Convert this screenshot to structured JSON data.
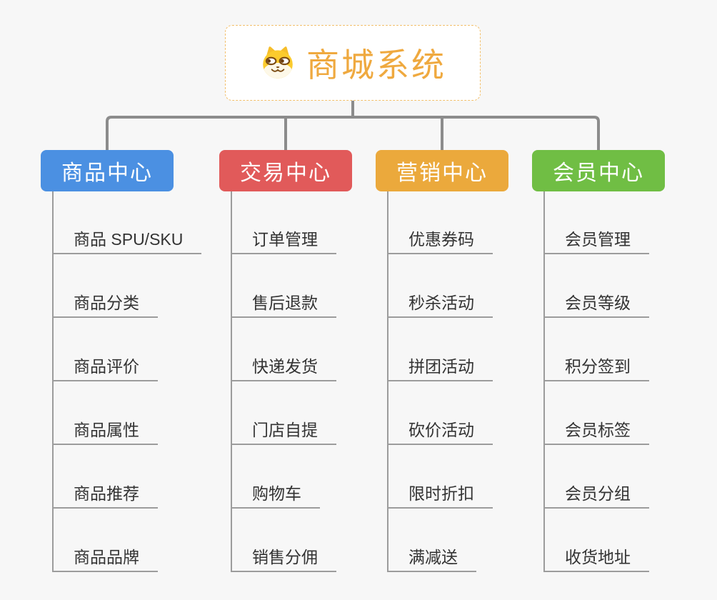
{
  "root": {
    "title": "商城系统",
    "icon": "shiba-dog-icon"
  },
  "branches": [
    {
      "label": "商品中心",
      "color": "#4B90E2",
      "children": [
        "商品 SPU/SKU",
        "商品分类",
        "商品评价",
        "商品属性",
        "商品推荐",
        "商品品牌"
      ]
    },
    {
      "label": "交易中心",
      "color": "#E15A5A",
      "children": [
        "订单管理",
        "售后退款",
        "快递发货",
        "门店自提",
        "购物车",
        "销售分佣"
      ]
    },
    {
      "label": "营销中心",
      "color": "#EBA93C",
      "children": [
        "优惠券码",
        "秒杀活动",
        "拼团活动",
        "砍价活动",
        "限时折扣",
        "满减送"
      ]
    },
    {
      "label": "会员中心",
      "color": "#70BE44",
      "children": [
        "会员管理",
        "会员等级",
        "积分签到",
        "会员标签",
        "会员分组",
        "收货地址"
      ]
    }
  ],
  "colors": {
    "background": "#F7F7F7",
    "root_text": "#EFA93F",
    "root_border": "#F2BF6B",
    "top_connector": "#8C8C8C",
    "branch_trunk_line": "#9C9C9C",
    "child_text": "#333333",
    "branch_text": "#FFFFFF"
  }
}
